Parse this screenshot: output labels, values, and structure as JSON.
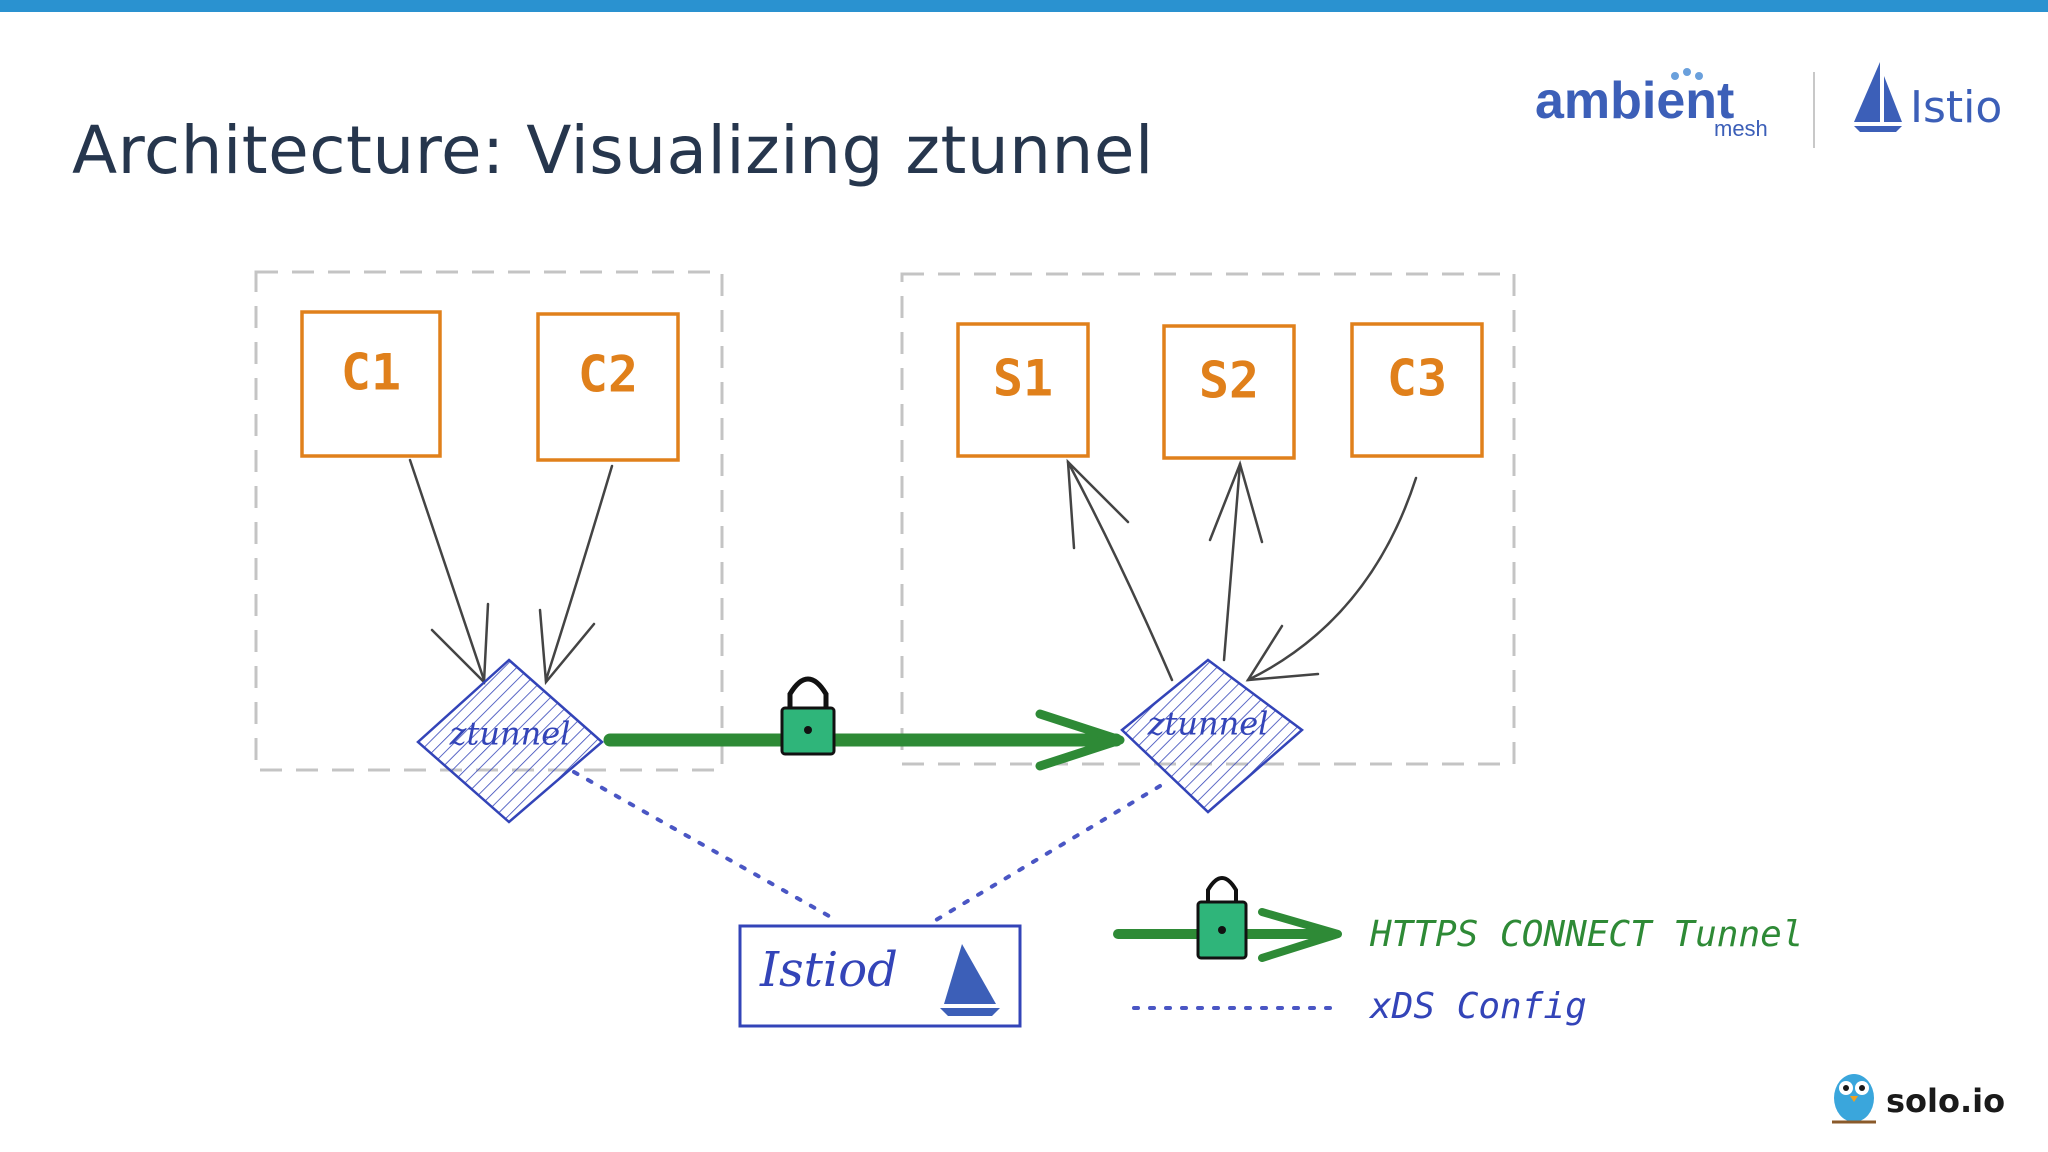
{
  "slide": {
    "title": "Architecture: Visualizing ztunnel"
  },
  "logos": {
    "ambient_word": "ambient",
    "ambient_sub": "mesh",
    "istio_word": "Istio",
    "solo_word": "solo.io"
  },
  "diagram": {
    "left_group": {
      "boxes": [
        "C1",
        "C2"
      ],
      "proxy_label": "ztunnel"
    },
    "right_group": {
      "boxes": [
        "S1",
        "S2",
        "C3"
      ],
      "proxy_label": "ztunnel"
    },
    "control_plane_label": "Istiod",
    "colors": {
      "workload": "#e0801b",
      "proxy": "#3344b8",
      "tunnel": "#2e8a36",
      "lock": "#2fb57a",
      "group_border": "#c4c4c4",
      "accent_bar": "#2a92d0"
    }
  },
  "legend": {
    "https_label": "HTTPS CONNECT Tunnel",
    "xds_label": "xDS Config"
  }
}
